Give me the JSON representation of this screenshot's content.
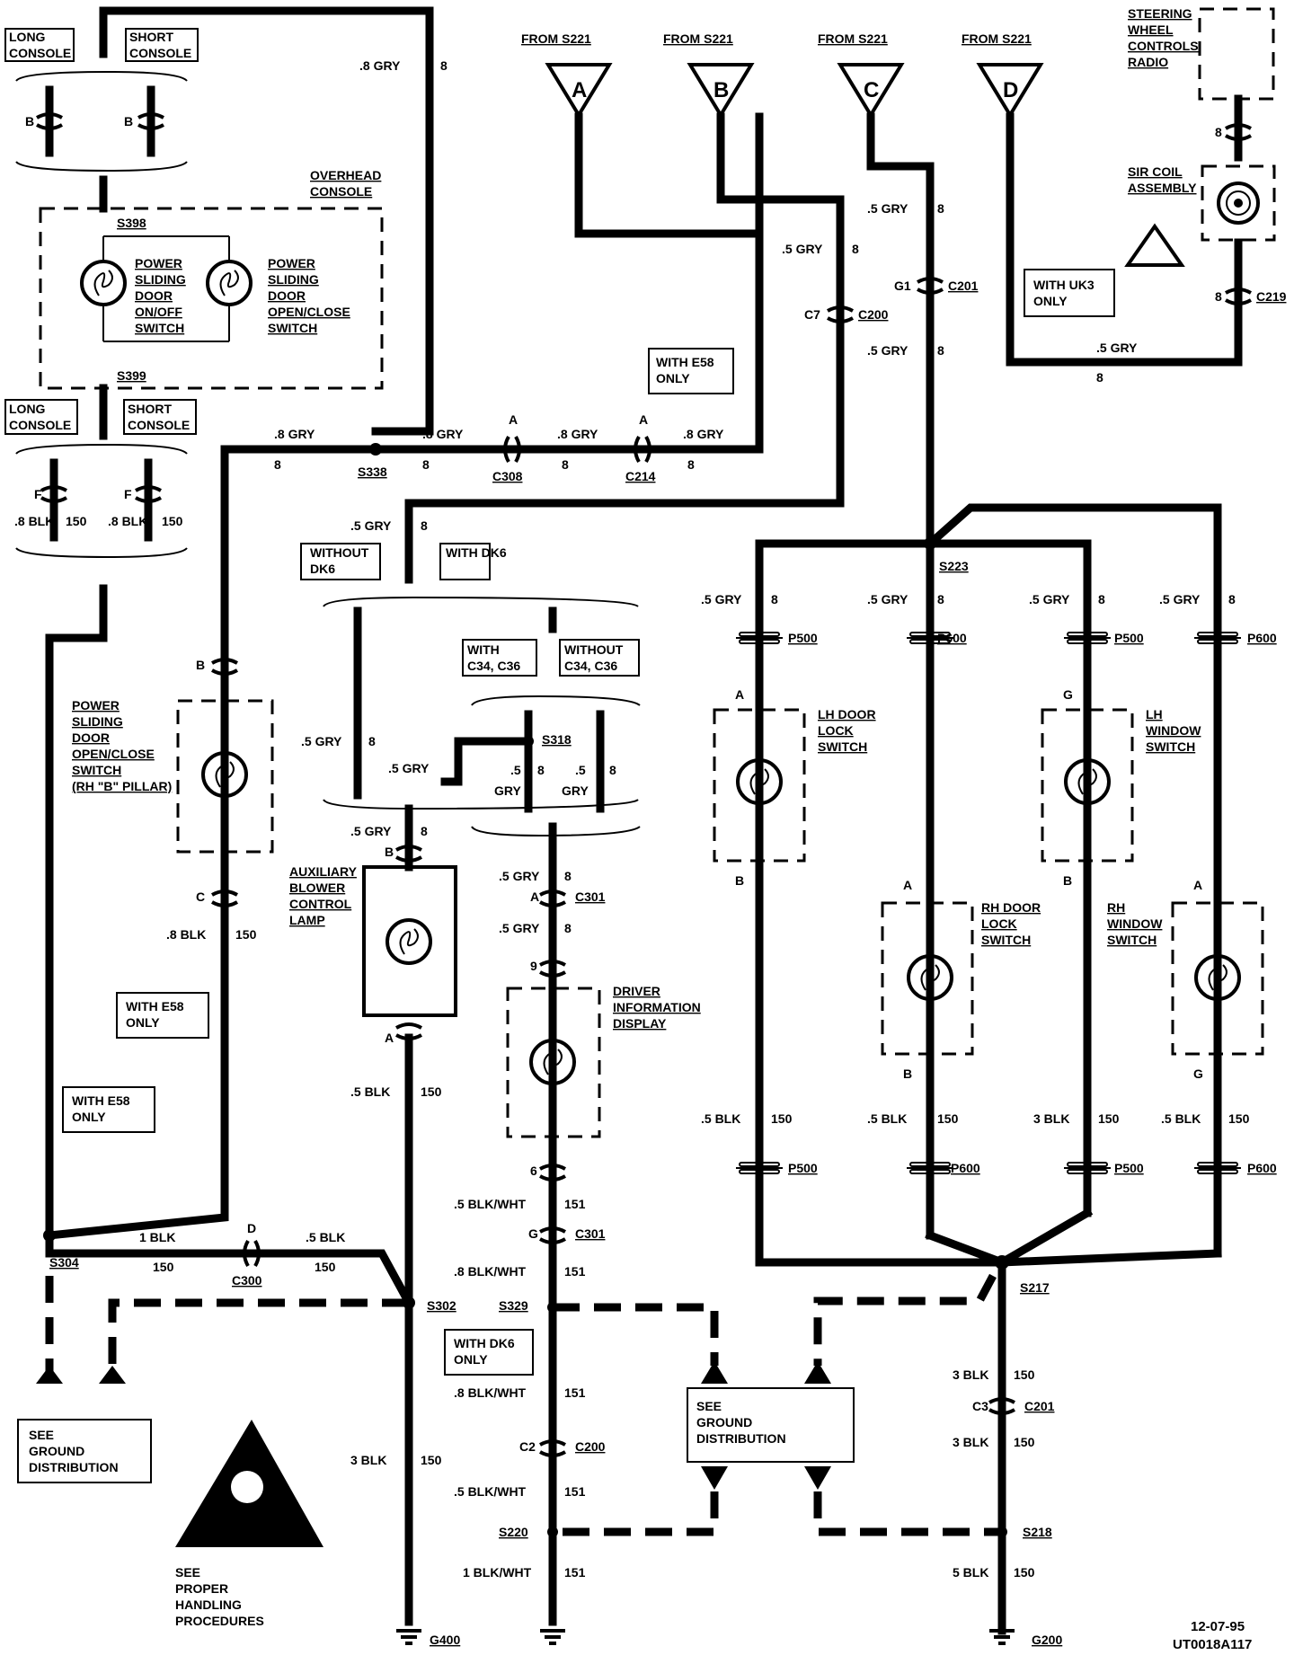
{
  "console_top": {
    "long": "LONG CONSOLE",
    "short": "SHORT CONSOLE",
    "pin_left": "B",
    "pin_right": "B"
  },
  "overhead_console": "OVERHEAD CONSOLE",
  "splices": {
    "s398": "S398",
    "s399": "S399",
    "s338": "S338",
    "s318": "S318",
    "s304": "S304",
    "s302": "S302",
    "s329": "S329",
    "s220": "S220",
    "s223": "S223",
    "s217": "S217",
    "s218": "S218"
  },
  "switches": {
    "onoff": "POWER SLIDING DOOR ON/OFF SWITCH",
    "openclose": "POWER SLIDING DOOR OPEN/CLOSE SWITCH",
    "rh_b": "POWER SLIDING DOOR OPEN/CLOSE SWITCH (RH \"B\" PILLAR)",
    "lh_lock": "LH DOOR LOCK SWITCH",
    "lh_window": "LH WINDOW SWITCH",
    "rh_lock": "RH DOOR LOCK SWITCH",
    "rh_window": "RH WINDOW SWITCH"
  },
  "console_bottom": {
    "long": "LONG CONSOLE",
    "short": "SHORT CONSOLE",
    "pin_left": "F",
    "pin_right": "F",
    "wire_left": ".8 BLK",
    "wire_right": ".8 BLK",
    "circ": "150"
  },
  "from": {
    "a": "FROM S221",
    "b": "FROM S221",
    "c": "FROM S221",
    "d": "FROM S221",
    "la": "A",
    "lb": "B",
    "lc": "C",
    "ld": "D"
  },
  "steering": "STEERING WHEEL CONTROLS, RADIO",
  "sir": "SIR COIL ASSEMBLY",
  "options": {
    "uk3": "WITH UK3 ONLY",
    "e58a": "WITH E58 ONLY",
    "e58b": "WITH E58 ONLY",
    "e58c": "WITH E58 ONLY",
    "dk6_without": "WITHOUT DK6",
    "dk6_with": "WITH DK6",
    "dk6_only": "WITH DK6 ONLY",
    "c34_with": "WITH C34, C36",
    "c34_without": "WITHOUT C34, C36"
  },
  "connectors": {
    "c200": "C200",
    "c201": "C201",
    "c219": "C219",
    "c308": "C308",
    "c214": "C214",
    "c301": "C301",
    "c300": "C300",
    "p500": "P500",
    "p600": "P600",
    "c7": "C7",
    "g1": "G1",
    "c2": "C2",
    "c3": "C3"
  },
  "pins": {
    "a": "A",
    "b": "B",
    "c": "C",
    "d": "D",
    "g": "G",
    "p6": "6",
    "p9": "9",
    "p8": "8"
  },
  "wires": {
    "gry8": ".8 GRY",
    "gry5": ".5 GRY",
    "blk8": ".8 BLK",
    "blk5": ".5 BLK",
    "blk1": "1 BLK",
    "blk3": "3 BLK",
    "blk5b": "5 BLK",
    "bw5": ".5 BLK/WHT",
    "bw8": ".8 BLK/WHT",
    "bw1": "1 BLK/WHT",
    "gry": "GRY",
    "c8": "8",
    "c150": "150",
    "c151": "151",
    "p5": ".5"
  },
  "components": {
    "aux": "AUXILIARY BLOWER CONTROL LAMP",
    "dic": "DRIVER INFORMATION DISPLAY"
  },
  "ground_dist": "SEE GROUND DISTRIBUTION",
  "grounds": {
    "g400": "G400",
    "g200": "G200"
  },
  "handling": "SEE PROPER HANDLING PROCEDURES",
  "footer": {
    "date": "12-07-95",
    "code": "UT0018A117"
  }
}
